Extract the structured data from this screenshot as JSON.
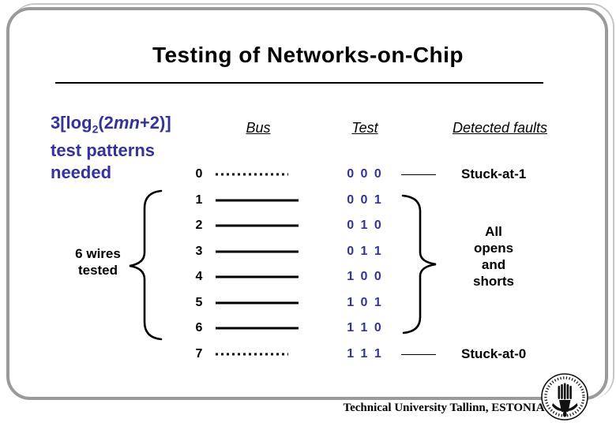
{
  "slide": {
    "title": "Testing of Networks-on-Chip",
    "formula": {
      "prefix": "3[log",
      "sub": "2",
      "open": "(2",
      "var": "mn",
      "close": "+2)]",
      "line2": "test patterns",
      "line3": "needed"
    },
    "wires_label": "6 wires\ntested",
    "headers": {
      "bus": "Bus",
      "test": "Test",
      "faults": "Detected faults"
    },
    "rows": [
      {
        "num": "0",
        "style": "dotted",
        "test": "0 0 0",
        "fault": "Stuck-at-1"
      },
      {
        "num": "1",
        "style": "solid",
        "test": "0 0 1"
      },
      {
        "num": "2",
        "style": "solid",
        "test": "0 1 0"
      },
      {
        "num": "3",
        "style": "solid",
        "test": "0 1 1"
      },
      {
        "num": "4",
        "style": "solid",
        "test": "1 0 0"
      },
      {
        "num": "5",
        "style": "solid",
        "test": "1 0 1"
      },
      {
        "num": "6",
        "style": "solid",
        "test": "1 1 0"
      },
      {
        "num": "7",
        "style": "dotted",
        "test": "1 1 1",
        "fault": "Stuck-at-0"
      }
    ],
    "group_label": "All\nopens\nand\nshorts",
    "footer": "Technical University Tallinn, ESTONIA",
    "logo_icon": "university-seal",
    "colors": {
      "accent": "#333399",
      "frame": "#9a9a9a"
    }
  }
}
